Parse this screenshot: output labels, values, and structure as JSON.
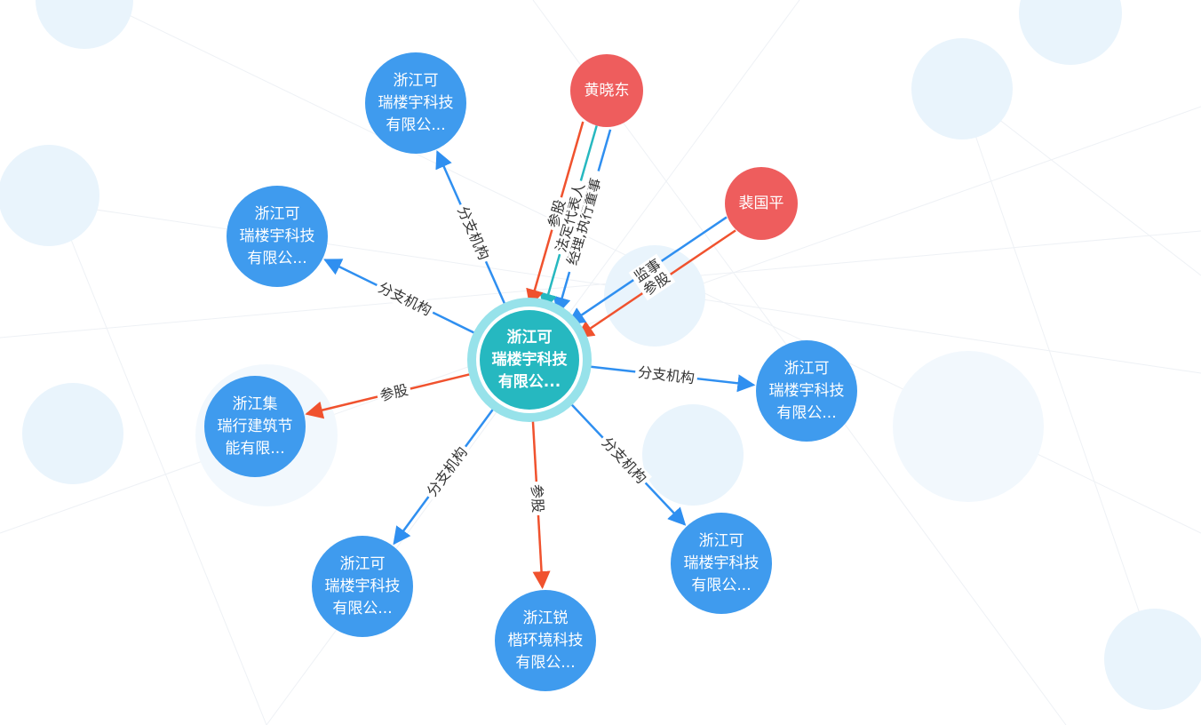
{
  "colors": {
    "company": "#3f9bee",
    "center": "#26b8c0",
    "center_ring": "#97e2ea",
    "person": "#ee5d5d",
    "edge_branch": "#2f8ff0",
    "edge_invest": "#f0522e",
    "edge_legal": "#26b8c0",
    "bubble": "#e8f4fd"
  },
  "center": {
    "id": "c",
    "lines": [
      "浙江可",
      "瑞楼宇科技",
      "有限公..."
    ]
  },
  "nodes": [
    {
      "id": "n1",
      "kind": "company",
      "lines": [
        "浙江可",
        "瑞楼宇科技",
        "有限公..."
      ]
    },
    {
      "id": "n2",
      "kind": "company",
      "lines": [
        "浙江可",
        "瑞楼宇科技",
        "有限公..."
      ]
    },
    {
      "id": "n3",
      "kind": "company",
      "lines": [
        "浙江集",
        "瑞行建筑节",
        "能有限..."
      ]
    },
    {
      "id": "n4",
      "kind": "company",
      "lines": [
        "浙江可",
        "瑞楼宇科技",
        "有限公..."
      ]
    },
    {
      "id": "n5",
      "kind": "company",
      "lines": [
        "浙江锐",
        "楷环境科技",
        "有限公..."
      ]
    },
    {
      "id": "n6",
      "kind": "company",
      "lines": [
        "浙江可",
        "瑞楼宇科技",
        "有限公..."
      ]
    },
    {
      "id": "n7",
      "kind": "company",
      "lines": [
        "浙江可",
        "瑞楼宇科技",
        "有限公..."
      ]
    },
    {
      "id": "p1",
      "kind": "person",
      "lines": [
        "黄晓东"
      ]
    },
    {
      "id": "p2",
      "kind": "person",
      "lines": [
        "裴国平"
      ]
    }
  ],
  "edges": [
    {
      "from": "c",
      "to": "n1",
      "type": "branch",
      "labels": [
        "分支机构"
      ]
    },
    {
      "from": "c",
      "to": "n2",
      "type": "branch",
      "labels": [
        "分支机构"
      ]
    },
    {
      "from": "c",
      "to": "n3",
      "type": "invest",
      "labels": [
        "参股"
      ]
    },
    {
      "from": "c",
      "to": "n4",
      "type": "branch",
      "labels": [
        "分支机构"
      ]
    },
    {
      "from": "c",
      "to": "n5",
      "type": "invest",
      "labels": [
        "参股"
      ]
    },
    {
      "from": "c",
      "to": "n6",
      "type": "branch",
      "labels": [
        "分支机构"
      ]
    },
    {
      "from": "c",
      "to": "n7",
      "type": "branch",
      "labels": [
        "分支机构"
      ]
    },
    {
      "from": "p1",
      "to": "c",
      "type": "branch",
      "labels": [
        "经理,执行董事"
      ]
    },
    {
      "from": "p1",
      "to": "c",
      "type": "legal",
      "labels": [
        "法定代表人"
      ]
    },
    {
      "from": "p1",
      "to": "c",
      "type": "invest",
      "labels": [
        "参股"
      ]
    },
    {
      "from": "p2",
      "to": "c",
      "type": "invest",
      "labels": [
        "参股"
      ]
    },
    {
      "from": "p2",
      "to": "c",
      "type": "branch",
      "labels": [
        "监事"
      ]
    }
  ]
}
